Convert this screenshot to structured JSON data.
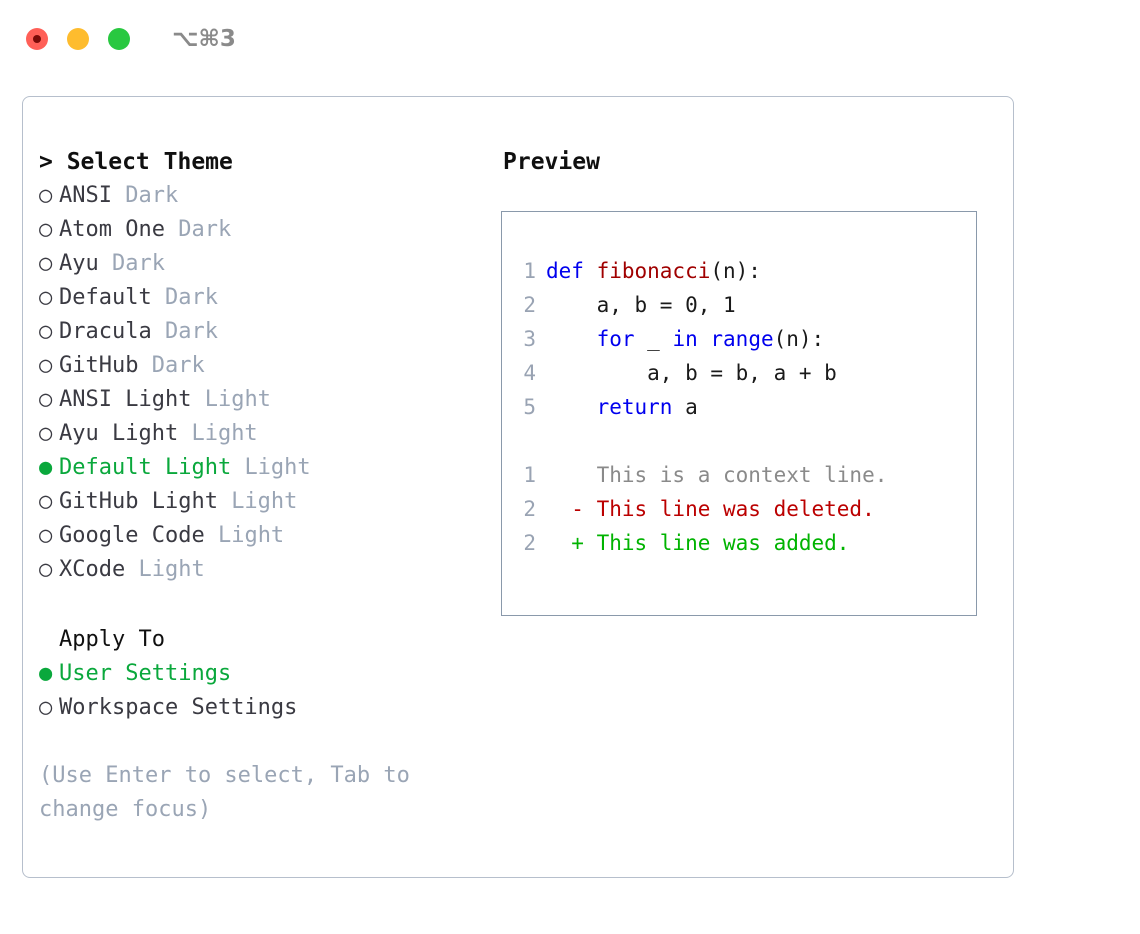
{
  "window": {
    "shortcut": "⌥⌘3",
    "traffic_lights": [
      {
        "name": "close",
        "color": "#ff5f57"
      },
      {
        "name": "minimize",
        "color": "#febc2e"
      },
      {
        "name": "zoom",
        "color": "#28c840"
      }
    ]
  },
  "colors": {
    "accent_green": "#0aa83c",
    "muted": "#9aa5b5",
    "panel_border": "#b6bfcc",
    "preview_border": "#8a99ab",
    "keyword_blue": "#0000ee",
    "function_red": "#a00000",
    "diff_add": "#00b300",
    "diff_del": "#bb0000",
    "line_number": "#99a3b3"
  },
  "theme_list": {
    "header": "> Select Theme",
    "prompt": ">",
    "bullet_selected": "●",
    "bullet_unselected": "○",
    "items": [
      {
        "label": "ANSI",
        "category": "Dark",
        "selected": false
      },
      {
        "label": "Atom One",
        "category": "Dark",
        "selected": false
      },
      {
        "label": "Ayu",
        "category": "Dark",
        "selected": false
      },
      {
        "label": "Default",
        "category": "Dark",
        "selected": false
      },
      {
        "label": "Dracula",
        "category": "Dark",
        "selected": false
      },
      {
        "label": "GitHub",
        "category": "Dark",
        "selected": false
      },
      {
        "label": "ANSI Light",
        "category": "Light",
        "selected": false
      },
      {
        "label": "Ayu Light",
        "category": "Light",
        "selected": false
      },
      {
        "label": "Default Light",
        "category": "Light",
        "selected": true
      },
      {
        "label": "GitHub Light",
        "category": "Light",
        "selected": false
      },
      {
        "label": "Google Code",
        "category": "Light",
        "selected": false
      },
      {
        "label": "XCode",
        "category": "Light",
        "selected": false
      }
    ]
  },
  "apply_to": {
    "header": "Apply To",
    "items": [
      {
        "label": "User Settings",
        "selected": true
      },
      {
        "label": "Workspace Settings",
        "selected": false
      }
    ]
  },
  "hint": "(Use Enter to select, Tab to change focus)",
  "preview": {
    "title": "Preview",
    "code_lines": [
      {
        "n": "1",
        "indent": "",
        "tokens": [
          {
            "t": "def ",
            "c": "kw"
          },
          {
            "t": "fibonacci",
            "c": "fn"
          },
          {
            "t": "(n):",
            "c": "plain"
          }
        ]
      },
      {
        "n": "2",
        "indent": "    ",
        "tokens": [
          {
            "t": "a, b = 0, 1",
            "c": "plain"
          }
        ]
      },
      {
        "n": "3",
        "indent": "    ",
        "tokens": [
          {
            "t": "for ",
            "c": "kw"
          },
          {
            "t": "_ ",
            "c": "plain"
          },
          {
            "t": "in ",
            "c": "kw"
          },
          {
            "t": "range",
            "c": "kw"
          },
          {
            "t": "(n):",
            "c": "plain"
          }
        ]
      },
      {
        "n": "4",
        "indent": "        ",
        "tokens": [
          {
            "t": "a, b = b, a + b",
            "c": "plain"
          }
        ]
      },
      {
        "n": "5",
        "indent": "    ",
        "tokens": [
          {
            "t": "return ",
            "c": "kw"
          },
          {
            "t": "a",
            "c": "plain"
          }
        ]
      }
    ],
    "diff_lines": [
      {
        "n": "1",
        "marker": " ",
        "text": "This is a context line.",
        "kind": "context"
      },
      {
        "n": "2",
        "marker": "-",
        "text": "This line was deleted.",
        "kind": "deleted"
      },
      {
        "n": "2",
        "marker": "+",
        "text": "This line was added.",
        "kind": "added"
      }
    ]
  }
}
